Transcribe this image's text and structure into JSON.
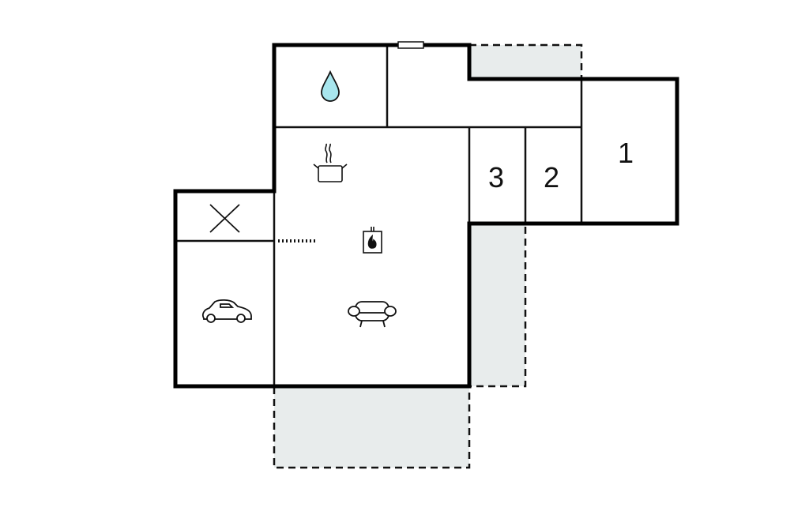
{
  "floor_plan": {
    "rooms": [
      {
        "id": "bedroom-1",
        "label": "1"
      },
      {
        "id": "bedroom-2",
        "label": "2"
      },
      {
        "id": "bedroom-3",
        "label": "3"
      }
    ],
    "icons": [
      "water-drop-icon",
      "cooking-pot-icon",
      "fireplace-icon",
      "sofa-icon",
      "car-icon",
      "cross-icon"
    ],
    "colors": {
      "wall": "#000000",
      "terrace": "#e8ecec",
      "water": "#a8e6ee"
    }
  }
}
